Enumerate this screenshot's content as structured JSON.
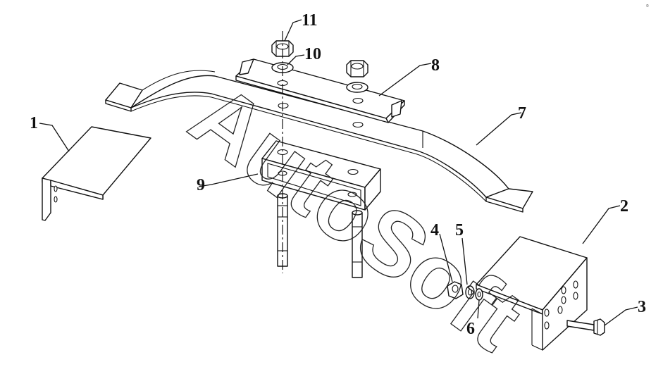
{
  "watermark": "AutoSoft",
  "corner_mark": "©",
  "callouts": [
    {
      "id": "1",
      "label": "1"
    },
    {
      "id": "2",
      "label": "2"
    },
    {
      "id": "3",
      "label": "3"
    },
    {
      "id": "4",
      "label": "4"
    },
    {
      "id": "5",
      "label": "5"
    },
    {
      "id": "6",
      "label": "6"
    },
    {
      "id": "7",
      "label": "7"
    },
    {
      "id": "8",
      "label": "8"
    },
    {
      "id": "9",
      "label": "9"
    },
    {
      "id": "10",
      "label": "10"
    },
    {
      "id": "11",
      "label": "11"
    }
  ]
}
